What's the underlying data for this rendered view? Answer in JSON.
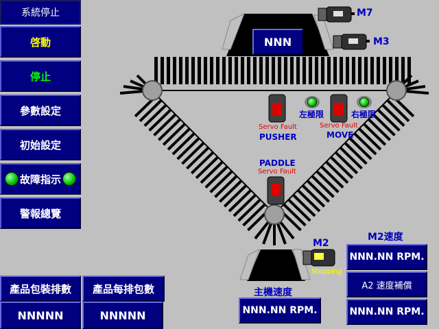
{
  "status": {
    "label": "系統停止"
  },
  "menu": {
    "start": "啓動",
    "stop": "停止",
    "params": "參數設定",
    "init": "初始設定",
    "fault": "故障指示",
    "alarm": "警報總覽"
  },
  "top_display": "NNN",
  "motors": {
    "m7": "M7",
    "m3": "M3",
    "m2": "M2",
    "m2_state": "Stopping"
  },
  "pusher": {
    "fault": "Servo Fault",
    "label": "PUSHER"
  },
  "move": {
    "fault": "Servo Fault",
    "label": "MOVE"
  },
  "paddle": {
    "label": "PADDLE",
    "fault": "Servo Fault"
  },
  "limits": {
    "left": "左極限",
    "right": "右極限"
  },
  "main_speed": {
    "title": "主機速度",
    "value": "NNN.NN RPM."
  },
  "m2_speed": {
    "title": "M2速度",
    "value": "NNN.NN RPM.",
    "comp_button": "A2 速度補償",
    "comp_value": "NNN.NN RPM."
  },
  "counts": {
    "bag_rows_label": "產品包裝排數",
    "bag_rows_value": "NNNNN",
    "per_row_label": "產品每排包數",
    "per_row_value": "NNNNN"
  },
  "colors": {
    "panel": "#000080",
    "background": "#c0c0c0",
    "label_blue": "#0000c0",
    "fault_red": "#e00000"
  }
}
